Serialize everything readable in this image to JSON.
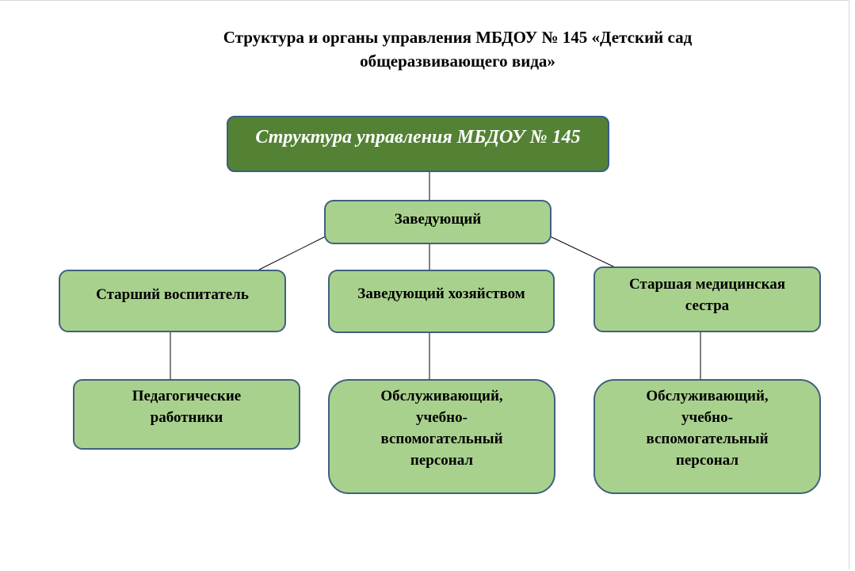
{
  "page": {
    "title_lines": [
      "Структура и органы управления МБДОУ № 145 «Детский сад",
      "общеразвивающего вида»"
    ]
  },
  "diagram": {
    "root": {
      "lines": [
        "Структура управления МБДОУ № 145"
      ]
    },
    "head": {
      "lines": [
        "Заведующий"
      ]
    },
    "senior_teacher": {
      "lines": [
        "Старший воспитатель"
      ]
    },
    "facilities_head": {
      "lines": [
        "Заведующий хозяйством"
      ]
    },
    "senior_nurse": {
      "lines": [
        "Старшая медицинская",
        "сестра"
      ]
    },
    "teachers": {
      "lines": [
        "Педагогические",
        "работники"
      ]
    },
    "support_staff_1": {
      "lines": [
        "Обслуживающий,",
        "учебно-",
        "вспомогательный",
        "персонал"
      ]
    },
    "support_staff_2": {
      "lines": [
        "Обслуживающий,",
        "учебно-",
        "вспомогательный",
        "персонал"
      ]
    },
    "colors": {
      "root_fill": "#548235",
      "box_fill": "#a9d18e",
      "box_border": "#41607f",
      "connector": "#000000"
    }
  }
}
